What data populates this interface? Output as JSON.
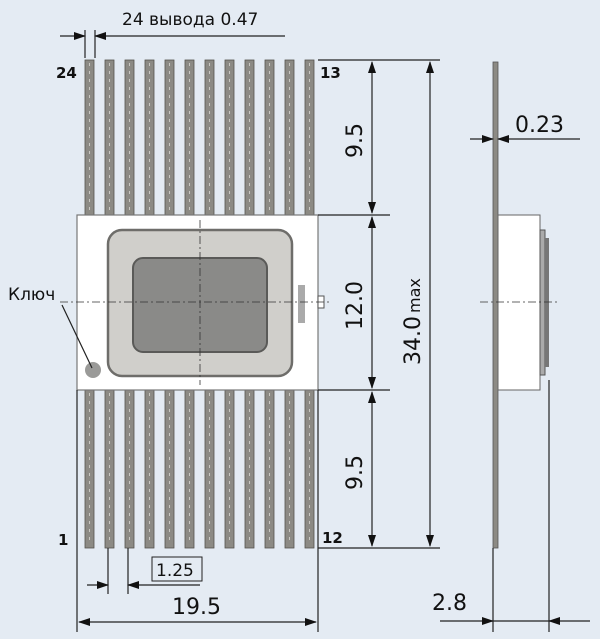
{
  "title": "24 вывода 0.47",
  "pins": {
    "count": 24,
    "top_left": "24",
    "top_right": "13",
    "bottom_left": "1",
    "bottom_right": "12"
  },
  "key_label": "Ключ",
  "dimensions": {
    "pitch": "1.25",
    "width": "19.5",
    "lead_top": "9.5",
    "body": "12.0",
    "lead_bottom": "9.5",
    "total": "34.0",
    "total_suffix": "max",
    "lead_thickness": "0.23",
    "height": "2.8"
  },
  "colors": {
    "background": "#e4ebf3",
    "body": "#ffffff",
    "frame": "#d0cfcb",
    "window": "#8a8a88",
    "pin": "#8c8a84"
  }
}
